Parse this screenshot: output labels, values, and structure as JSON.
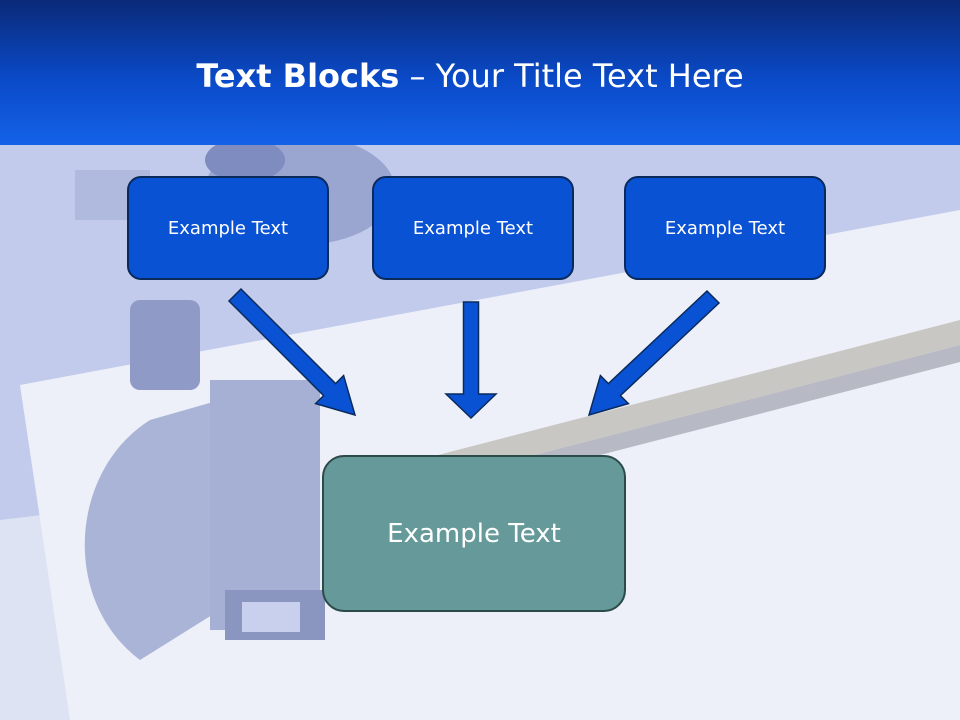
{
  "title": {
    "bold": "Text Blocks",
    "dash": " – ",
    "rest": "Your Title Text Here"
  },
  "blocks": {
    "top_left": "Example Text",
    "top_center": "Example Text",
    "top_right": "Example Text",
    "bottom": "Example Text"
  },
  "colors": {
    "header": "#0a4ac8",
    "block": "#0a52d4",
    "bottom_block": "#669999",
    "arrow": "#0a52d4"
  }
}
